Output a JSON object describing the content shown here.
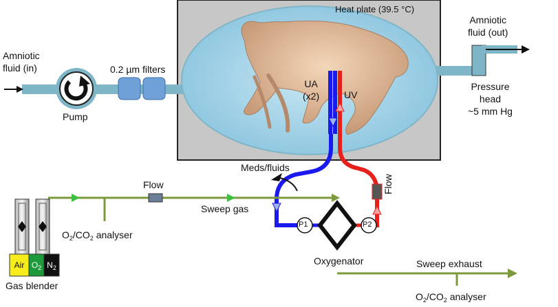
{
  "labels": {
    "heat_plate": "Heat plate (39.5 °C)",
    "amniotic_in": "Amniotic\nfluid (in)",
    "amniotic_out": "Amniotic\nfluid (out)",
    "pump": "Pump",
    "filters": "0.2 µm filters",
    "ua": "UA\n(x2)",
    "uv": "UV",
    "pressure_head": "Pressure\nhead\n~5 mm Hg",
    "meds_fluids": "Meds/fluids",
    "flow_gas": "Flow",
    "flow_blood": "Flow",
    "sweep_gas": "Sweep gas",
    "analyser_prefix": "O",
    "analyser_mid": "/CO",
    "analyser_suffix": " analyser",
    "analyser_sub": "2",
    "p1": "P1",
    "p2": "P2",
    "oxygenator": "Oxygenator",
    "sweep_exhaust": "Sweep exhaust",
    "gas_blender": "Gas blender",
    "air": "Air",
    "o2": "O",
    "o2_sub": "2",
    "n2": "N",
    "n2_sub": "2"
  },
  "colors": {
    "artery": "#1a1aee",
    "vein": "#e8201c",
    "gas_line": "#7a9a3c",
    "fluid_tube": "#7fb6c7",
    "bath": "#9fd0e6",
    "plate": "#c9c9c9",
    "air": "#f5ec1a",
    "o2": "#1e9a3a",
    "n2": "#111111"
  }
}
